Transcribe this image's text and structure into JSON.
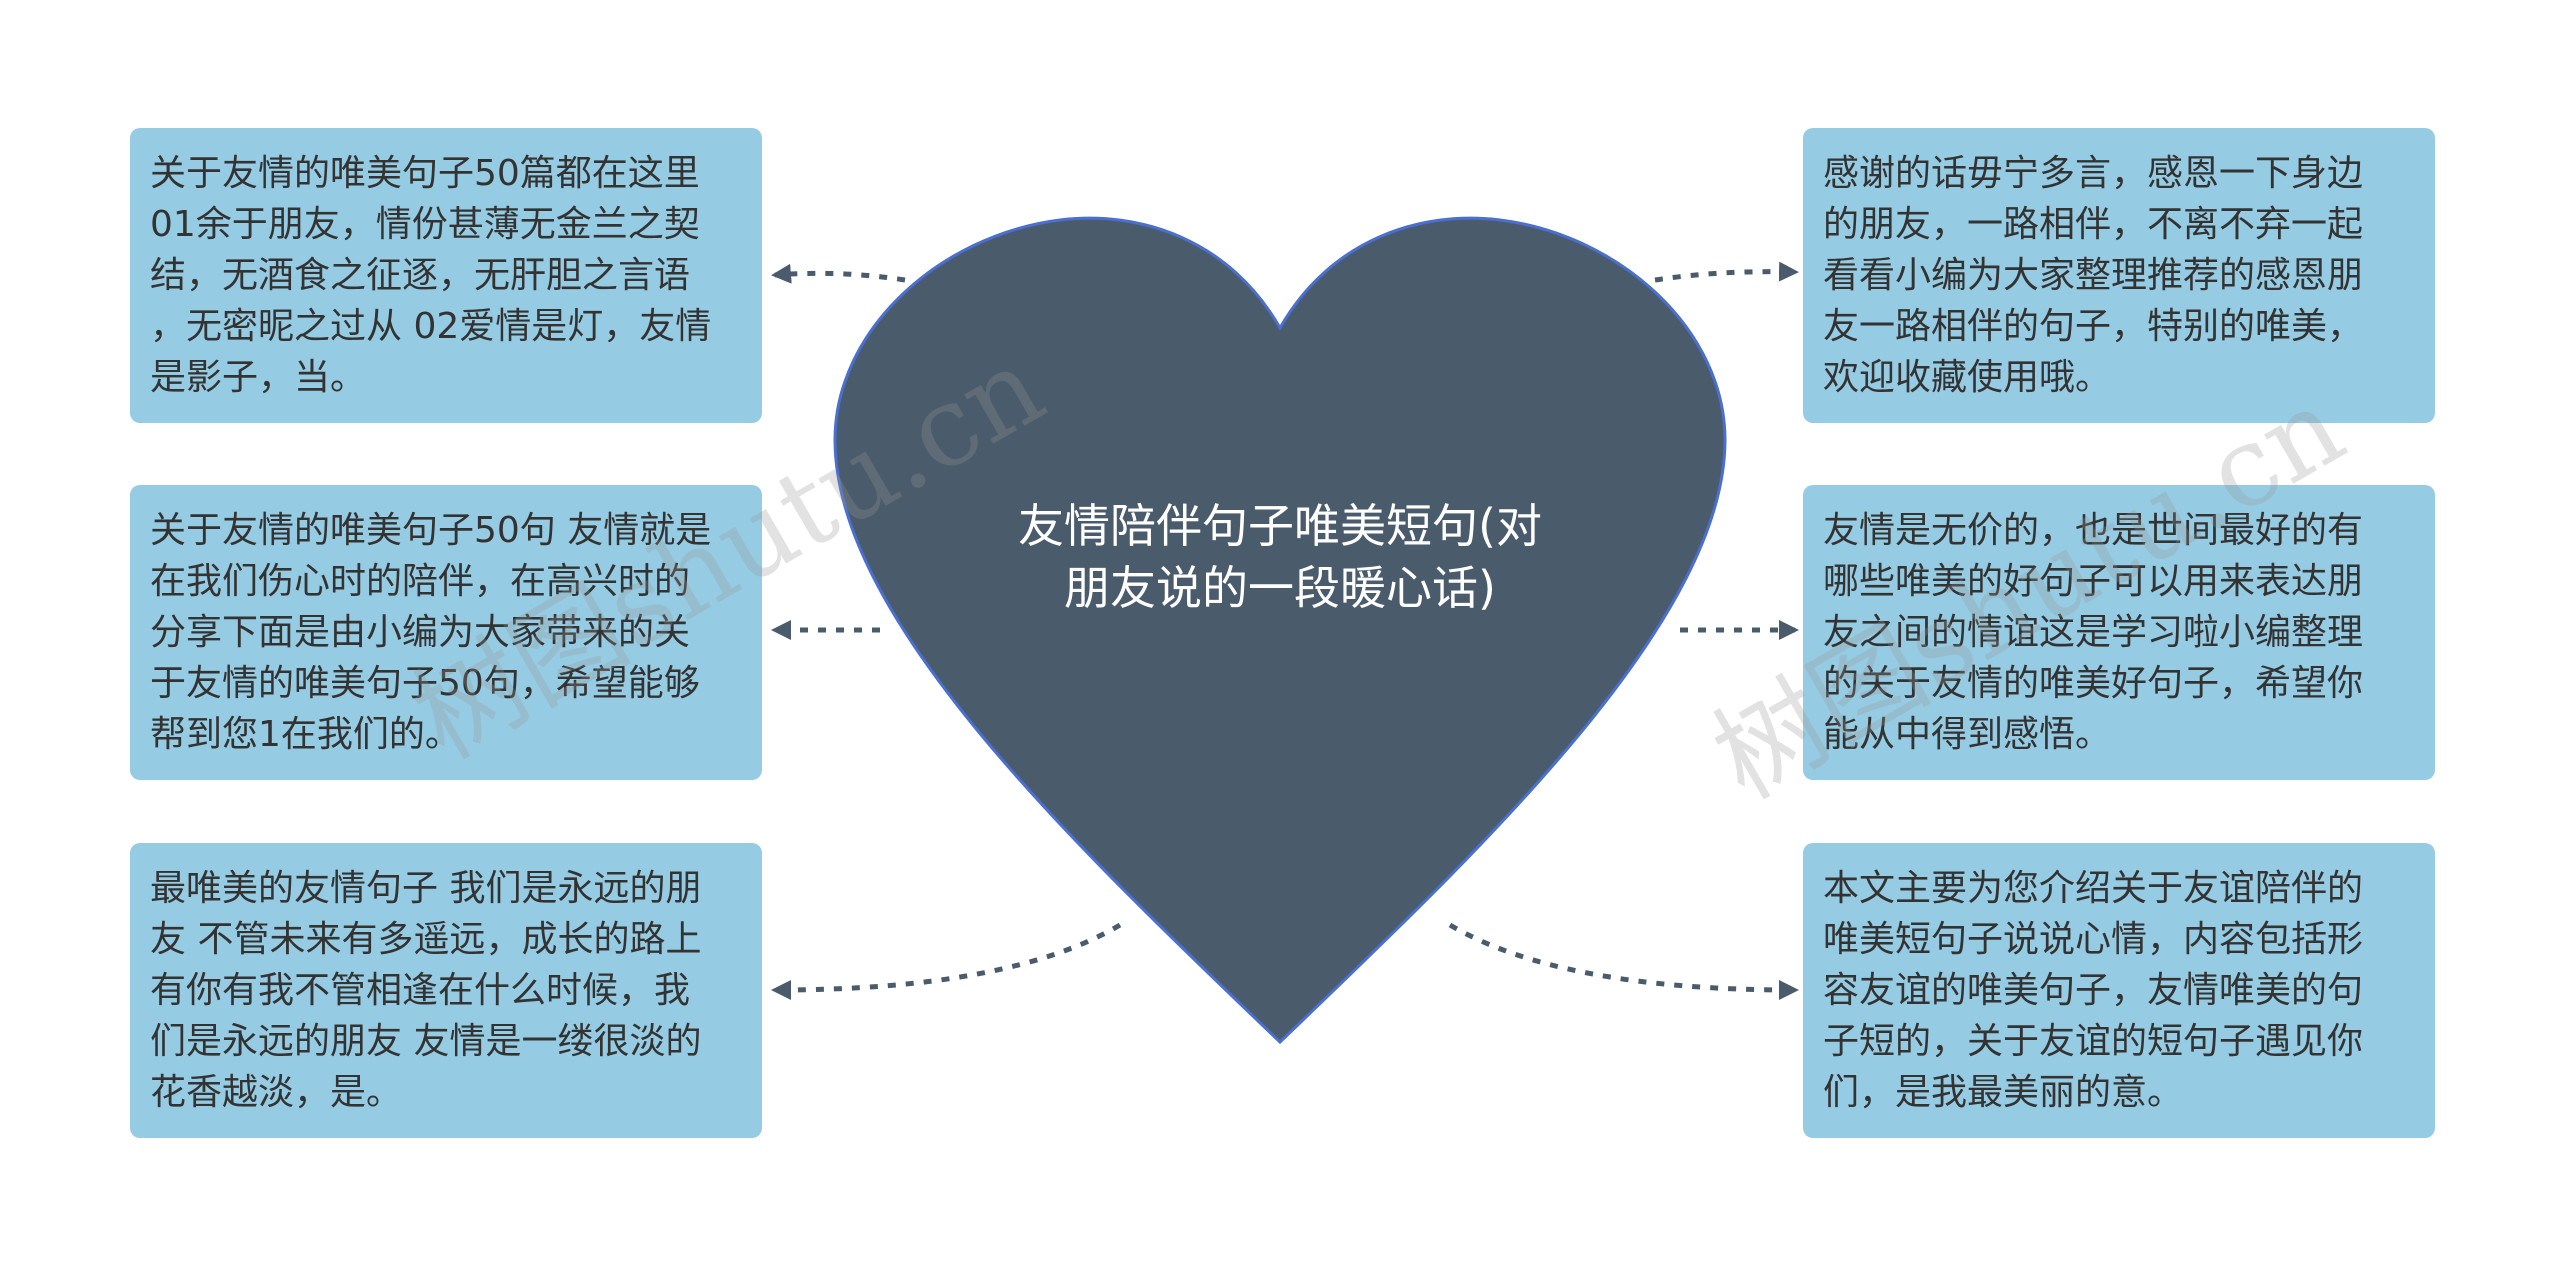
{
  "center": {
    "title": "友情陪伴句子唯美短句(对\n朋友说的一段暖心话)",
    "color": "#4a5b6b"
  },
  "nodes": [
    {
      "id": "left-1",
      "text": "关于友情的唯美句子50篇都在这里\n01余于朋友，情份甚薄无金兰之契\n结，无酒食之征逐，无肝胆之言语\n，无密昵之过从 02爱情是灯，友情\n是影子，当。"
    },
    {
      "id": "left-2",
      "text": "关于友情的唯美句子50句 友情就是\n在我们伤心时的陪伴，在高兴时的\n分享下面是由小编为大家带来的关\n于友情的唯美句子50句，希望能够\n帮到您1在我们的。"
    },
    {
      "id": "left-3",
      "text": "最唯美的友情句子 我们是永远的朋\n友 不管未来有多遥远，成长的路上\n有你有我不管相逢在什么时候，我\n们是永远的朋友 友情是一缕很淡的\n花香越淡，是。"
    },
    {
      "id": "right-1",
      "text": "感谢的话毋宁多言，感恩一下身边\n的朋友，一路相伴，不离不弃一起\n看看小编为大家整理推荐的感恩朋\n友一路相伴的句子，特别的唯美，\n欢迎收藏使用哦。"
    },
    {
      "id": "right-2",
      "text": "友情是无价的，也是世间最好的有\n哪些唯美的好句子可以用来表达朋\n友之间的情谊这是学习啦小编整理\n的关于友情的唯美好句子，希望你\n能从中得到感悟。"
    },
    {
      "id": "right-3",
      "text": "本文主要为您介绍关于友谊陪伴的\n唯美短句子说说心情，内容包括形\n容友谊的唯美句子，友情唯美的句\n子短的，关于友谊的短句子遇见你\n们，是我最美丽的意。"
    }
  ],
  "watermarks": [
    "树图shutu.cn",
    "树图shutu.cn"
  ],
  "colors": {
    "node_bg": "#96cce3",
    "node_text": "#333333",
    "connector": "#4a5b6b",
    "heart_fill": "#4a5b6b",
    "heart_stroke": "#4a6fd0"
  }
}
